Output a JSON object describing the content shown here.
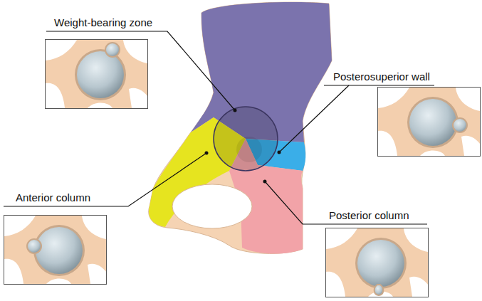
{
  "diagram": {
    "labels": [
      "Weight-bearing zone",
      "Posterosuperior wall",
      "Anterior column",
      "Posterior column"
    ]
  }
}
